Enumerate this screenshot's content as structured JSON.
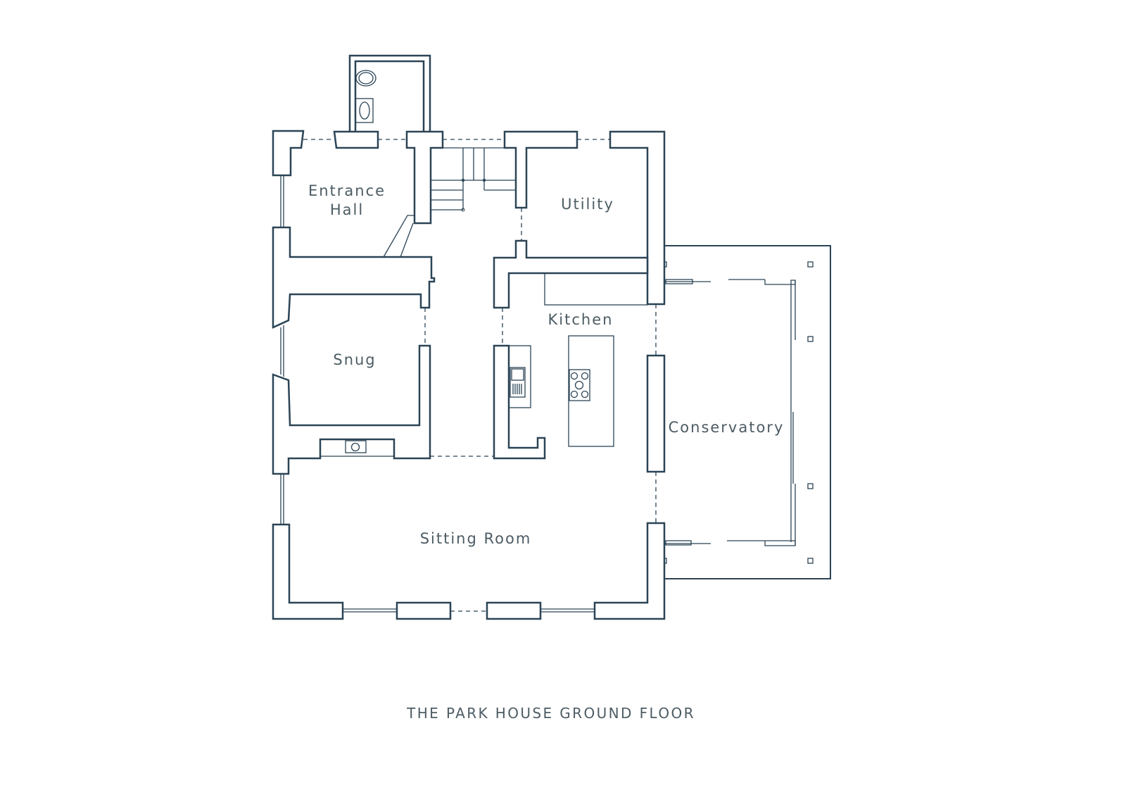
{
  "plan": {
    "title": "THE PARK HOUSE GROUND FLOOR",
    "rooms": {
      "entrance_hall": "Entrance\nHall",
      "utility": "Utility",
      "kitchen": "Kitchen",
      "snug": "Snug",
      "conservatory": "Conservatory",
      "sitting_room": "Sitting Room"
    },
    "colors": {
      "line": "#2b4456",
      "text": "#4d5c64"
    }
  }
}
